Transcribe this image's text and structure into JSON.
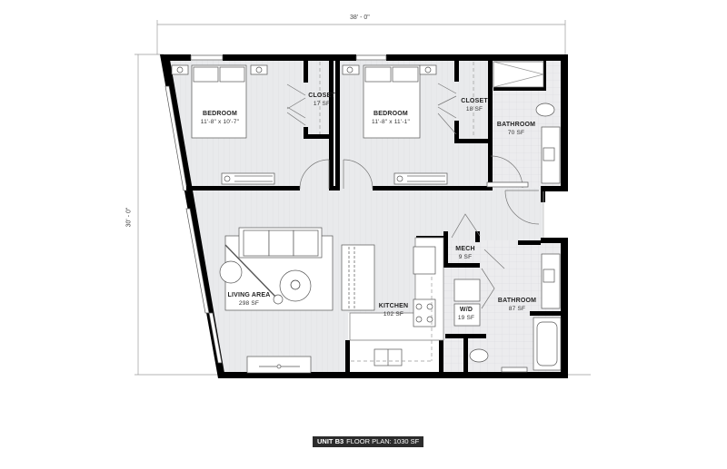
{
  "plan": {
    "unit": "UNIT B3",
    "caption_rest": "FLOOR PLAN: 1030 SF",
    "dimensions": {
      "width": "38' - 0\"",
      "depth": "30' - 0\""
    },
    "colors": {
      "wall": "#000000",
      "floor": "#e9eaec",
      "tile": "#ececee",
      "caption_bg": "#2c2c2c"
    }
  },
  "rooms": [
    {
      "id": "bedroom-1",
      "name": "BEDROOM",
      "detail": "11'-8\" x 10'-7\""
    },
    {
      "id": "closet-1",
      "name": "CLOSET",
      "detail": "17 SF"
    },
    {
      "id": "bedroom-2",
      "name": "BEDROOM",
      "detail": "11'-8\" x 11'-1\""
    },
    {
      "id": "closet-2",
      "name": "CLOSET",
      "detail": "18 SF"
    },
    {
      "id": "bathroom-1",
      "name": "BATHROOM",
      "detail": "70 SF"
    },
    {
      "id": "living-area",
      "name": "LIVING AREA",
      "detail": "298 SF"
    },
    {
      "id": "kitchen",
      "name": "KITCHEN",
      "detail": "102 SF"
    },
    {
      "id": "mech",
      "name": "MECH",
      "detail": "9 SF"
    },
    {
      "id": "washer-dryer",
      "name": "W/D",
      "detail": "19 SF"
    },
    {
      "id": "bathroom-2",
      "name": "BATHROOM",
      "detail": "87 SF"
    }
  ]
}
